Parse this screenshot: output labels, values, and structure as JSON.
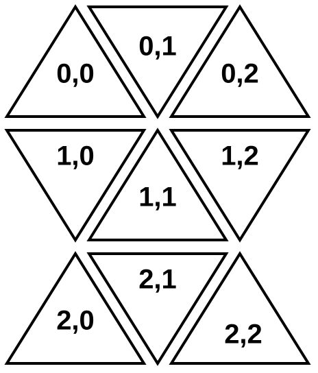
{
  "grid": {
    "rows": 3,
    "cols": 3,
    "cells": [
      {
        "row": 0,
        "col": 0,
        "label": "0,0",
        "orientation": "up"
      },
      {
        "row": 0,
        "col": 1,
        "label": "0,1",
        "orientation": "down"
      },
      {
        "row": 0,
        "col": 2,
        "label": "0,2",
        "orientation": "up"
      },
      {
        "row": 1,
        "col": 0,
        "label": "1,0",
        "orientation": "down"
      },
      {
        "row": 1,
        "col": 1,
        "label": "1,1",
        "orientation": "up"
      },
      {
        "row": 1,
        "col": 2,
        "label": "1,2",
        "orientation": "down"
      },
      {
        "row": 2,
        "col": 0,
        "label": "2,0",
        "orientation": "up"
      },
      {
        "row": 2,
        "col": 1,
        "label": "2,1",
        "orientation": "down"
      },
      {
        "row": 2,
        "col": 2,
        "label": "2,2",
        "orientation": "up"
      }
    ]
  },
  "colors": {
    "stroke": "#000000",
    "fill": "#ffffff",
    "text": "#000000"
  }
}
